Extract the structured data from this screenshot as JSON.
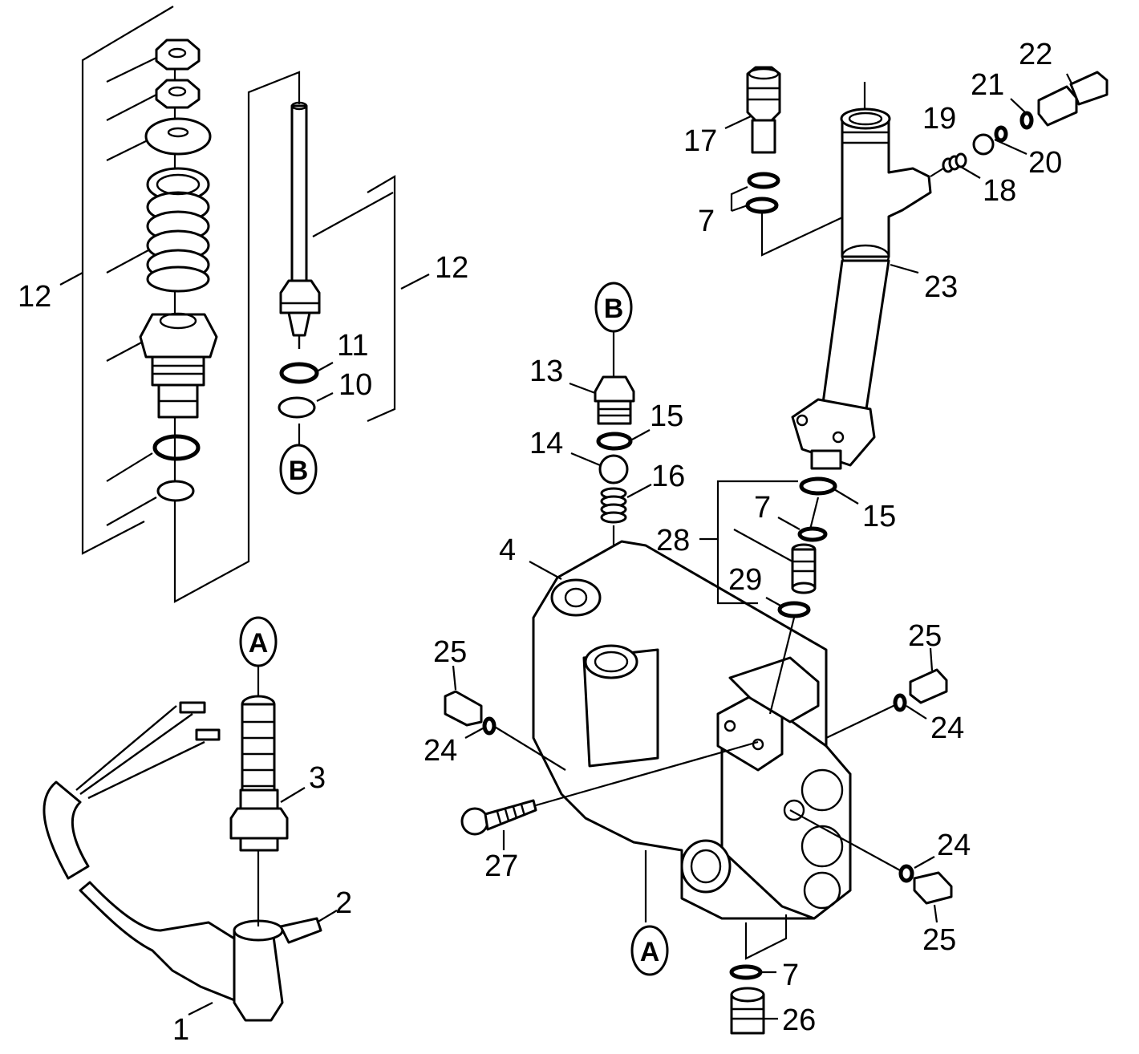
{
  "labels": {
    "l1": "1",
    "l2": "2",
    "l3": "3",
    "l4": "4",
    "l7a": "7",
    "l7b": "7",
    "l7c": "7",
    "l10": "10",
    "l11": "11",
    "l12a": "12",
    "l12b": "12",
    "l13": "13",
    "l14": "14",
    "l15a": "15",
    "l15b": "15",
    "l16": "16",
    "l17": "17",
    "l18": "18",
    "l19": "19",
    "l20": "20",
    "l21": "21",
    "l22": "22",
    "l23": "23",
    "l24a": "24",
    "l24b": "24",
    "l24c": "24",
    "l25a": "25",
    "l25b": "25",
    "l25c": "25",
    "l26": "26",
    "l27": "27",
    "l28": "28",
    "l29": "29"
  },
  "callouts": {
    "a_top": "A",
    "a_bottom": "A",
    "b_top": "B",
    "b_bottom": "B"
  }
}
